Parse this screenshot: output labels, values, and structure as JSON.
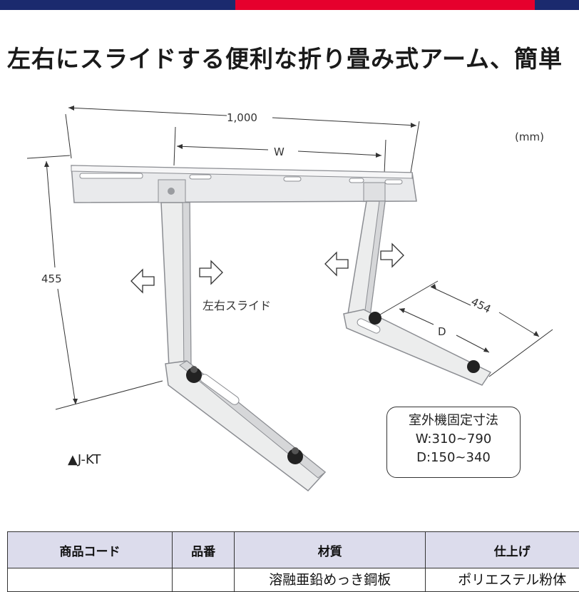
{
  "banner": {
    "text": "",
    "colors": {
      "navy": "#1b2a6e",
      "red": "#e6002d"
    }
  },
  "headline": "左右にスライドする便利な折り畳み式アーム、簡単",
  "dimensions": {
    "overall_width": "1,000",
    "w_label": "W",
    "height": "455",
    "depth_total": "454",
    "d_label": "D"
  },
  "unit_label": "(mm)",
  "slide_label": "左右スライド",
  "model_label": "▲J-KT",
  "spec_box": {
    "title": "室外機固定寸法",
    "w_range": "W:310~790",
    "d_range": "D:150~340"
  },
  "table": {
    "headers": [
      "商品コード",
      "品番",
      "材質",
      "仕上げ"
    ],
    "first_row": [
      "",
      "",
      "溶融亜鉛めっき鋼板",
      "ポリエステル粉体"
    ]
  },
  "icons": [
    "arrow-left-icon",
    "arrow-right-icon"
  ]
}
